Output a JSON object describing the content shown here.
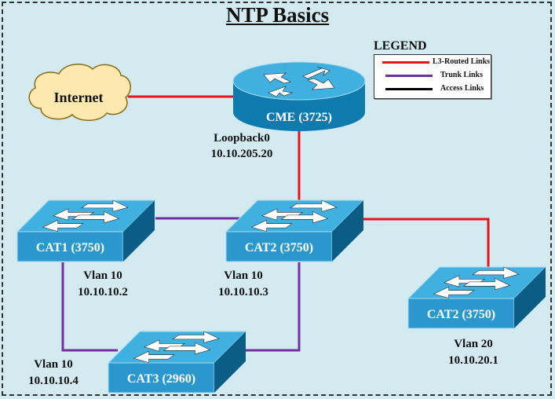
{
  "title": "NTP Basics",
  "legend": {
    "title": "LEGEND",
    "items": [
      {
        "label": "L3-Routed Links",
        "color": "#e8141c"
      },
      {
        "label": "Trunk Links",
        "color": "#7030a0"
      },
      {
        "label": "Access Links",
        "color": "#000000"
      }
    ]
  },
  "colors": {
    "background": "#d3eaf0",
    "routed": "#e8141c",
    "trunk": "#7030a0",
    "device_top": "#3fb0e0",
    "device_front": "#2a98cc",
    "device_side": "#0b5d85",
    "cloud_fill": "#fde8b0",
    "cloud_stroke": "#8a6a10"
  },
  "nodes": {
    "internet": {
      "label": "Internet",
      "type": "cloud"
    },
    "cme": {
      "label": "CME (3725)",
      "type": "router",
      "info_line1": "Loopback0",
      "info_line2": "10.10.205.20"
    },
    "cat1": {
      "label": "CAT1 (3750)",
      "type": "switch",
      "info_line1": "Vlan 10",
      "info_line2": "10.10.10.2"
    },
    "cat2": {
      "label": "CAT2 (3750)",
      "type": "switch",
      "info_line1": "Vlan 10",
      "info_line2": "10.10.10.3"
    },
    "cat2b": {
      "label": "CAT2 (3750)",
      "type": "switch",
      "info_line1": "Vlan 20",
      "info_line2": "10.10.20.1"
    },
    "cat3": {
      "label": "CAT3 (2960)",
      "type": "switch",
      "info_line1": "Vlan 10",
      "info_line2": "10.10.10.4"
    }
  },
  "links": [
    {
      "from": "internet",
      "to": "cme",
      "type": "routed"
    },
    {
      "from": "cme",
      "to": "cat2",
      "type": "routed"
    },
    {
      "from": "cat2",
      "to": "cat2b",
      "type": "routed"
    },
    {
      "from": "cat1",
      "to": "cat2",
      "type": "trunk"
    },
    {
      "from": "cat1",
      "to": "cat3",
      "type": "trunk"
    },
    {
      "from": "cat2",
      "to": "cat3",
      "type": "trunk"
    }
  ]
}
